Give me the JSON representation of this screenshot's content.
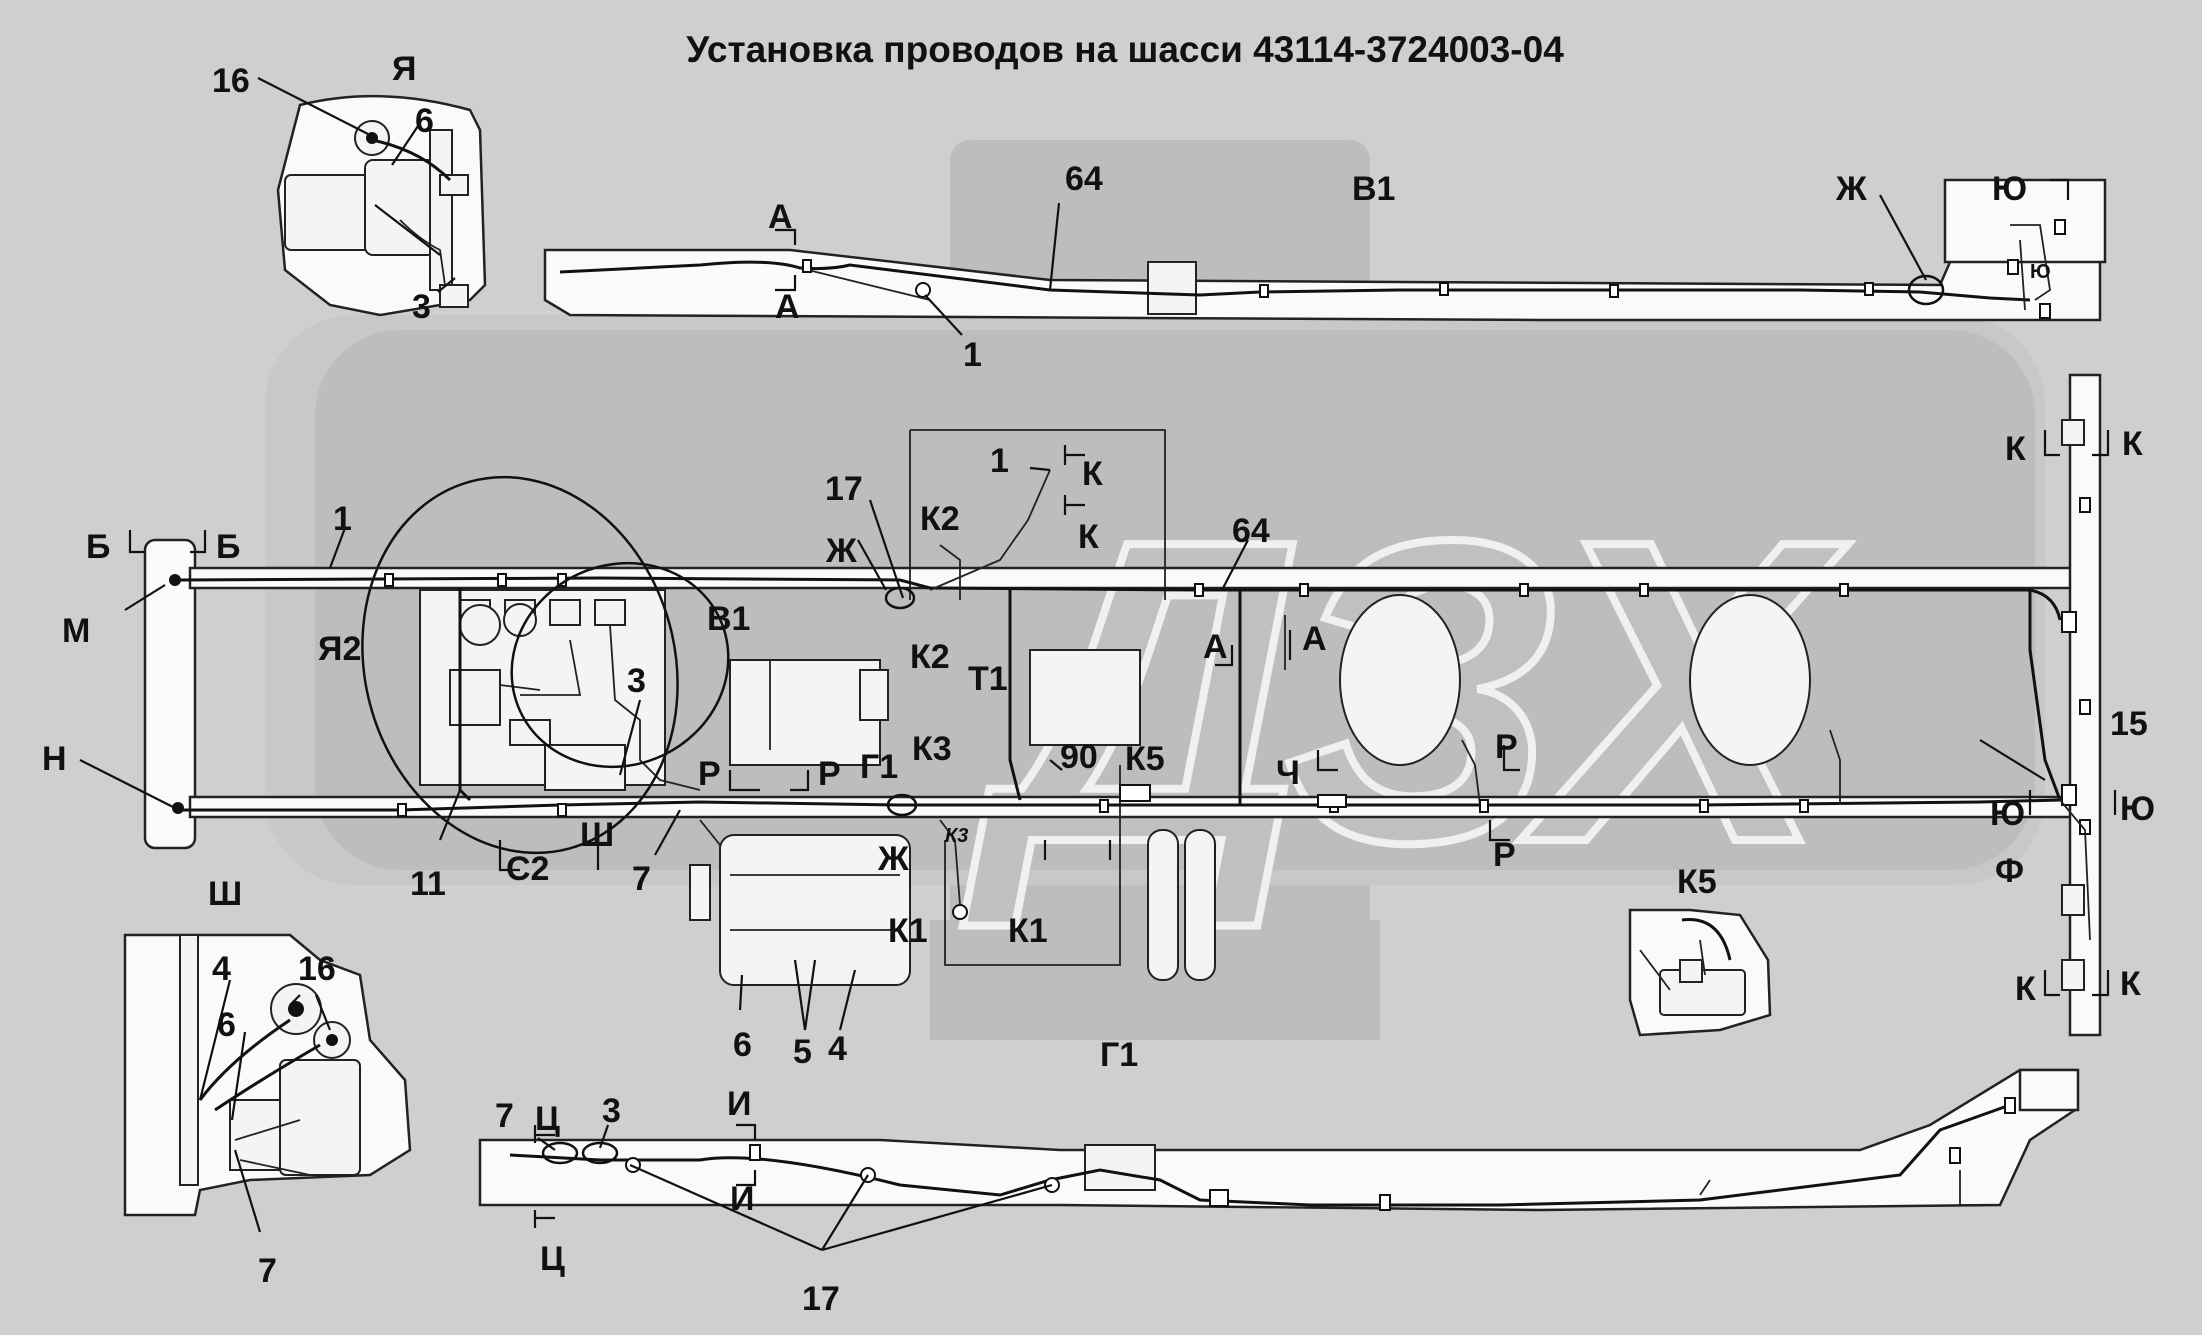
{
  "title": "Установка проводов на шасси 43114-3724003-04",
  "watermark": "ДЗХ",
  "views": {
    "ya": "Я",
    "v1": "В1",
    "sh": "Ш",
    "g1": "Г1",
    "k5": "К5"
  },
  "labels": {
    "ya_16": "16",
    "ya_6": "6",
    "ya_3": "3",
    "v1_64": "64",
    "v1_1": "1",
    "v1_A_top": "А",
    "v1_A_bot": "А",
    "v1_Zh": "Ж",
    "v1_Yu": "Ю",
    "v1_Yu_small": "Ю",
    "m_B_left": "Б",
    "m_B_right": "Б",
    "m_1": "1",
    "m_M": "М",
    "m_N": "Н",
    "m_Ya2": "Я2",
    "m_17": "17",
    "m_Zh": "Ж",
    "m_K2_top": "К2",
    "m_1b": "1",
    "m_K_top": "К",
    "m_K_bot": "К",
    "m_64": "64",
    "m_V1": "В1",
    "m_K2_bot": "К2",
    "m_T1": "Т1",
    "m_A_left": "А",
    "m_A_right": "А",
    "m_3": "3",
    "m_K3": "К3",
    "m_90": "90",
    "m_K5": "К5",
    "m_G1": "Г1",
    "m_R_left": "Р",
    "m_R_right": "Р",
    "m_R_c1": "Р",
    "m_R_c2": "Р",
    "m_Ch": "Ч",
    "m_Sh": "Ш",
    "m_7": "7",
    "m_11": "11",
    "m_C2": "С2",
    "m_Zh2": "Ж",
    "m_K3_small": "К3",
    "m_K1_left": "К1",
    "m_K1_right": "К1",
    "m_6": "6",
    "m_5": "5",
    "m_4": "4",
    "r_K_tl": "К",
    "r_K_tr": "К",
    "r_15": "15",
    "r_Yu_l": "Ю",
    "r_Yu_r": "Ю",
    "r_F": "Ф",
    "r_K_bl": "К",
    "r_K_br": "К",
    "sh_4": "4",
    "sh_16": "16",
    "sh_6": "6",
    "sh_7": "7",
    "g1_7": "7",
    "g1_Ts_top": "Ц",
    "g1_3": "3",
    "g1_I_top": "И",
    "g1_I_bot": "И",
    "g1_Ts_bot": "Ц",
    "g1_17": "17"
  }
}
